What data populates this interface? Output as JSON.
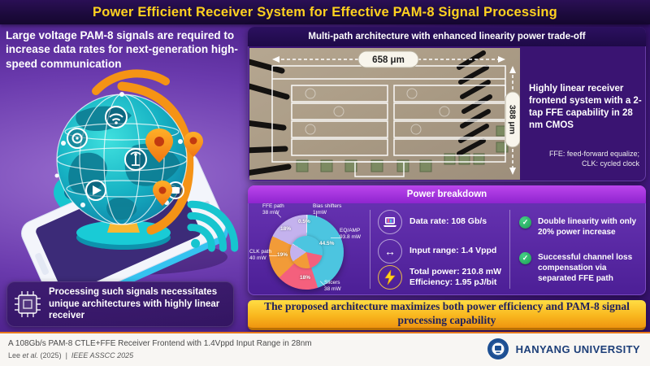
{
  "title": "Power Efficient Receiver System for Effective PAM-8 Signal Processing",
  "left": {
    "intro": "Large voltage PAM-8 signals are required to increase data rates for next-generation high-speed communication",
    "note": "Processing such signals necessitates unique architectures with highly linear receiver"
  },
  "chip_panel": {
    "header": "Multi-path architecture with enhanced linearity power trade-off",
    "width_label": "658 μm",
    "height_label": "388 μm",
    "description": "Highly linear receiver frontend system with a 2-tap FFE capability in 28 nm CMOS",
    "abbrev_line1": "FFE: feed-forward equalize;",
    "abbrev_line2": "CLK: cycled clock"
  },
  "power_panel": {
    "header": "Power breakdown",
    "stats": [
      {
        "icon": "laptop-icon",
        "text": "Data rate: 108 Gb/s"
      },
      {
        "icon": "range-arrow-icon",
        "text": "Input range: 1.4 Vppd"
      },
      {
        "icon": "lightning-icon",
        "line1": "Total power: 210.8 mW",
        "line2": "Efficiency: 1.95 pJ/bit"
      }
    ],
    "highlights": [
      "Double linearity with only 20% power increase",
      "Successful channel loss compensation via separated FFE path"
    ]
  },
  "chart_data": {
    "type": "pie",
    "title": "Power breakdown",
    "legend_position": "callouts-around-pie",
    "slices": [
      {
        "label": "Bias shifters",
        "power": "1 mW",
        "percent": "0.5%",
        "value": 0.5,
        "color": "#ece9f6"
      },
      {
        "label": "EQ/AMP",
        "power": "93.8 mW",
        "percent": "44.5%",
        "value": 44.5,
        "color": "#4cc5e0"
      },
      {
        "label": "Slicers",
        "power": "38 mW",
        "percent": "18%",
        "value": 18,
        "color": "#f4607d"
      },
      {
        "label": "CLK path",
        "power": "40 mW",
        "percent": "19%",
        "value": 19,
        "color": "#f29b38"
      },
      {
        "label": "FFE path",
        "power": "38 mW",
        "percent": "18%",
        "value": 18,
        "color": "#c4b2ee"
      }
    ]
  },
  "banner": "The proposed architecture maximizes both power efficiency and PAM-8 signal processing capability",
  "footer": {
    "paper_title": "A 108Gb/s PAM-8 CTLE+FFE Receiver Frontend with 1.4Vppd Input Range in 28nm",
    "cite_author": "Lee ",
    "cite_etal": "et al.",
    "cite_year": " (2025)",
    "cite_sep": "  |  ",
    "cite_venue": "IEEE ASSCC 2025",
    "university": "HANYANG UNIVERSITY"
  },
  "colors": {
    "title_yellow": "#ffd21f",
    "background_purple": "#6a3aad",
    "panel_purple": "#3a1472",
    "power_header_magenta": "#a232dc",
    "banner_orange": "#f9b81f",
    "check_green": "#28b463",
    "footer_accent_orange": "#e87a1e",
    "logo_blue": "#1c3e78"
  }
}
